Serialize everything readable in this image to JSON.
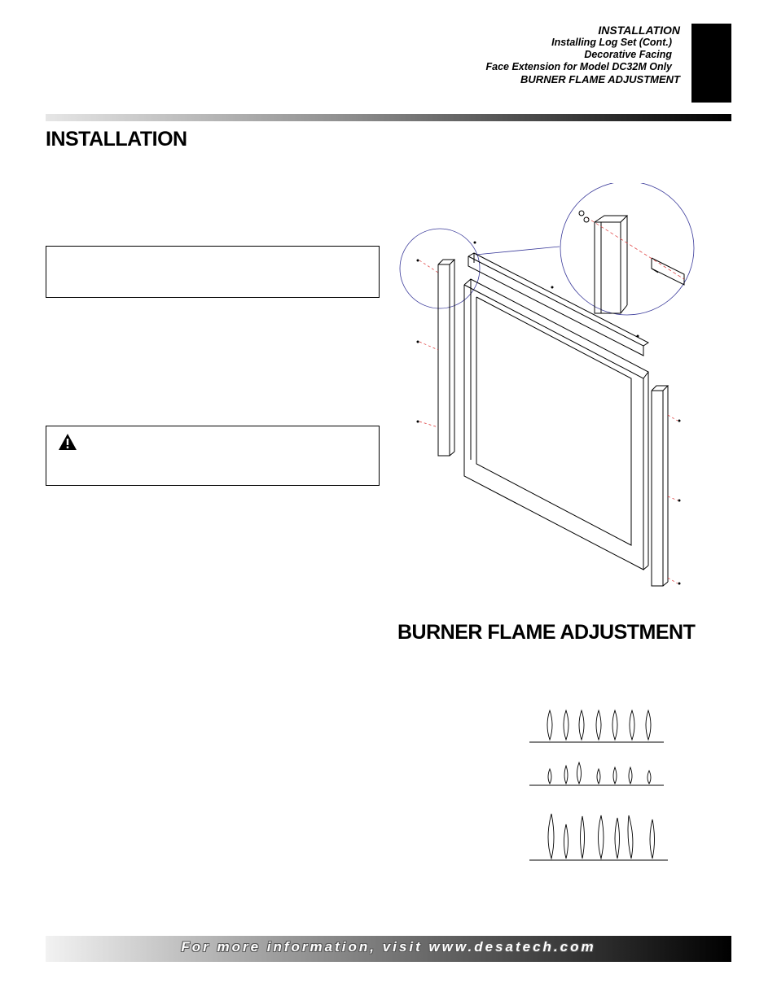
{
  "header": {
    "section": "INSTALLATION",
    "topics": [
      "Installing Log Set (Cont.)",
      "Decorative Facing",
      "Face Extension for Model DC32M Only"
    ],
    "current_topic": "BURNER FLAME ADJUSTMENT"
  },
  "headings": {
    "installation": "INSTALLATION",
    "burner": "BURNER FLAME ADJUSTMENT"
  },
  "icons": {
    "warning": "warning-triangle-icon"
  },
  "footer": {
    "text": "For more information, visit www.desatech.com"
  }
}
